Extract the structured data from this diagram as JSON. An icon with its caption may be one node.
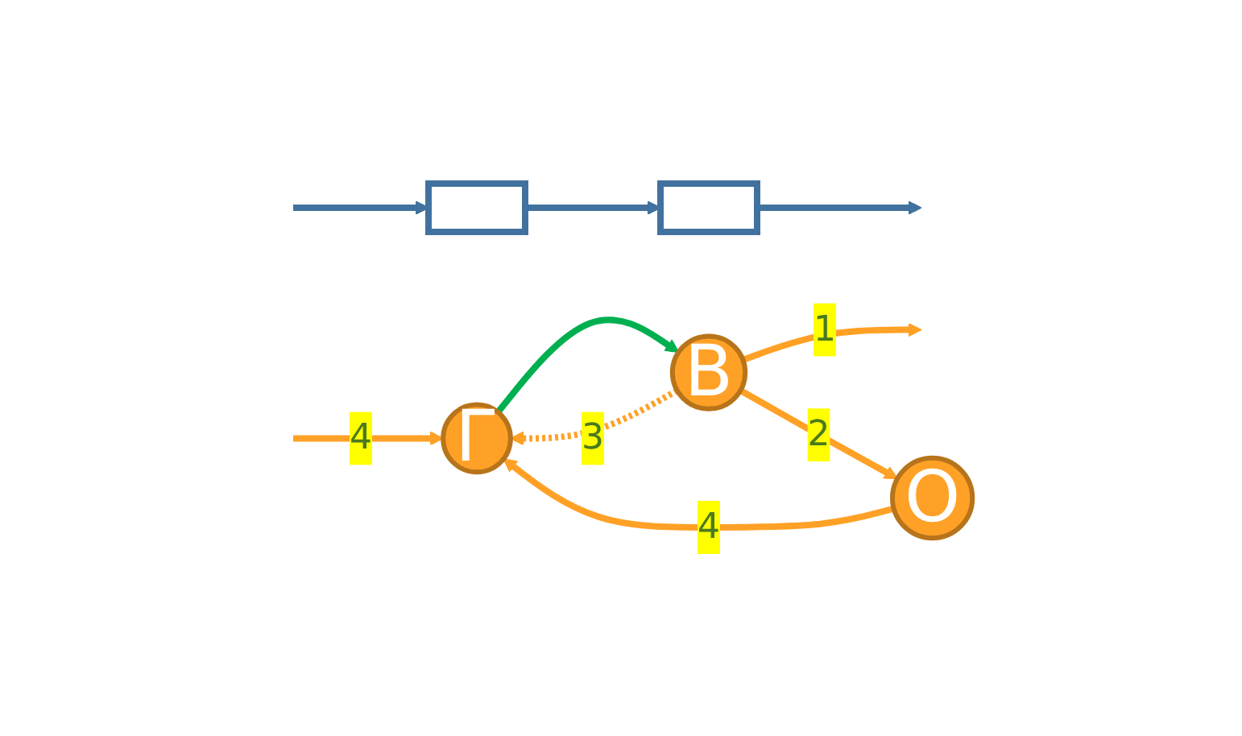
{
  "diagram": {
    "nodes": [
      {
        "text": [],
        "shape": "box"
      },
      {
        "text": [],
        "shape": "box"
      },
      {
        "text": [
          "Г"
        ]
      },
      {
        "text": [
          "В"
        ]
      },
      {
        "text": [
          "О"
        ]
      }
    ],
    "edges": [
      {
        "from": null,
        "to": 0,
        "arrow": "to",
        "color": "#41729f"
      },
      {
        "from": 0,
        "to": 1,
        "arrow": "to",
        "color": "#41729f"
      },
      {
        "from": 1,
        "to": null,
        "arrow": "to",
        "color": "#41729f"
      },
      {
        "from": null,
        "to": 2,
        "arrow": "to",
        "label": "4"
      },
      {
        "from": 2,
        "to": 3,
        "arrow": "to",
        "color": "#00b050"
      },
      {
        "from": 3,
        "to": 2,
        "arrow": "to",
        "label": "3",
        "style": "dashed"
      },
      {
        "from": 3,
        "to": null,
        "arrow": "to",
        "label": "1"
      },
      {
        "from": 3,
        "to": 4,
        "arrow": "to",
        "label": "2"
      },
      {
        "from": 4,
        "to": 2,
        "arrow": "to",
        "label": "4"
      }
    ]
  }
}
